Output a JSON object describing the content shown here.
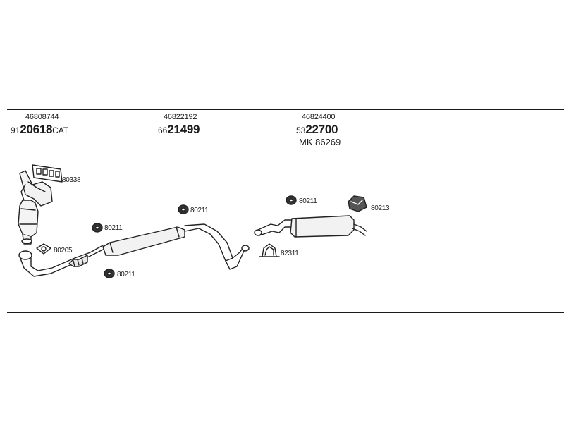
{
  "sections": [
    {
      "oem": "46808744",
      "pn_prefix": "91",
      "pn_main": "20618",
      "pn_suffix": "CAT"
    },
    {
      "oem": "46822192",
      "pn_prefix": "66",
      "pn_main": "21499",
      "pn_suffix": ""
    },
    {
      "oem": "46824400",
      "pn_prefix": "53",
      "pn_main": "22700",
      "pn_suffix": "",
      "extra": "MK  86269"
    }
  ],
  "part_labels": {
    "manifold_gasket": "80338",
    "flange_gasket": "80205",
    "hanger_front_upper": "80211",
    "hanger_front_lower": "80211",
    "hanger_mid": "80211",
    "hanger_rear": "80211",
    "rear_bracket": "80213",
    "clamp": "82311"
  }
}
